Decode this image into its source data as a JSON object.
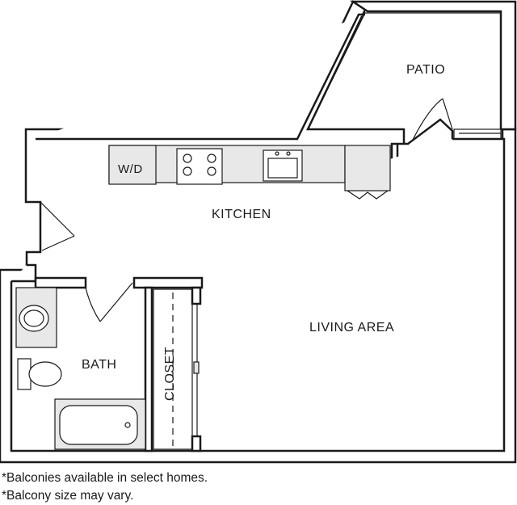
{
  "rooms": {
    "patio": "PATIO",
    "kitchen": "KITCHEN",
    "washer_dryer": "W/D",
    "living_area": "LIVING AREA",
    "bath": "BATH",
    "closet": "CLOSET"
  },
  "footnotes": [
    "*Balconies available in select homes.",
    "*Balcony size may vary."
  ]
}
